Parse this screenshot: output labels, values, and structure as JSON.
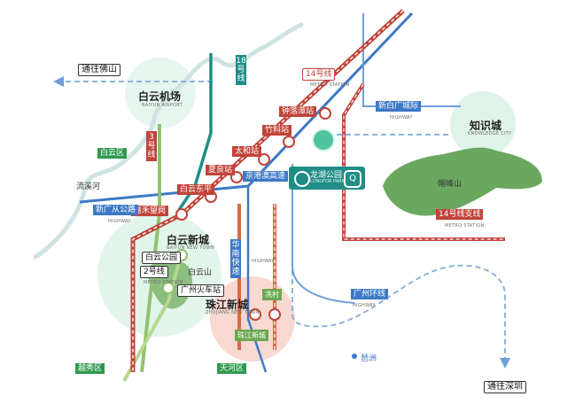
{
  "directions": {
    "foshan": "通往佛山",
    "shenzhen": "通往深圳"
  },
  "places": {
    "baiyun_airport": "白云机场",
    "baiyun_airport_en": "BAIYUN AIRPORT",
    "zhishicheng": "知识城",
    "zhishicheng_en": "KNOWLEDGE CITY",
    "baiyun_xincheng": "白云新城",
    "baiyun_xincheng_en": "BAIYUN NEW TOWN",
    "zhujiang_xincheng": "珠江新城",
    "zhujiang_xincheng_en": "ZHUJIANG NEW TOWN",
    "maofeng_shan": "帽峰山",
    "liuxi_he": "流溪河",
    "baiyun_shan": "白云山",
    "pazhou": "琶洲"
  },
  "districts": {
    "baiyun": "白云区",
    "yuexiu": "越秀区",
    "tianhe": "天河区"
  },
  "metro_lines": {
    "line14": "14号线",
    "line14_en": "METRO STATION",
    "line18": "18号线",
    "line3": "3号线",
    "line2": "2号线",
    "line14_branch": "14号线支线",
    "line2_en": "METRO STATION",
    "line14b_en": "METRO STATION"
  },
  "stations": {
    "zhongluotan": "钟落潭站",
    "zhuliao": "竹料站",
    "taihe": "太和站",
    "xialiang": "夏良站",
    "baiyun_dongping": "白云东平",
    "jiahe_wanggang": "嘉禾望岗",
    "baiyun_park": "白云公园",
    "guangzhou_railway": "广州火车站",
    "xiancun": "冼村",
    "zhujiang_xincheng_stn": "珠江新城"
  },
  "highways": {
    "new_baiyun_airport": "新白广城际",
    "guanghe": "京港澳高速",
    "xinguangcong": "新广从公路",
    "huanan": "华南快速",
    "guangzhou_ring": "广州环线",
    "highway_en": "HIGHWAY"
  },
  "project": {
    "name": "龙湖公园",
    "en": "LONGFOR PARK",
    "badge": "Q"
  },
  "colors": {
    "metro_red": "#c0443a",
    "highway_blue": "#3d79c6",
    "dashed_blue": "#8bb3df",
    "green_line": "#8fc36b",
    "teal": "#1f8d86",
    "area_green": "#6faa5e",
    "soft_green": "#cfeedd",
    "soft_red": "#f6cfc6"
  }
}
